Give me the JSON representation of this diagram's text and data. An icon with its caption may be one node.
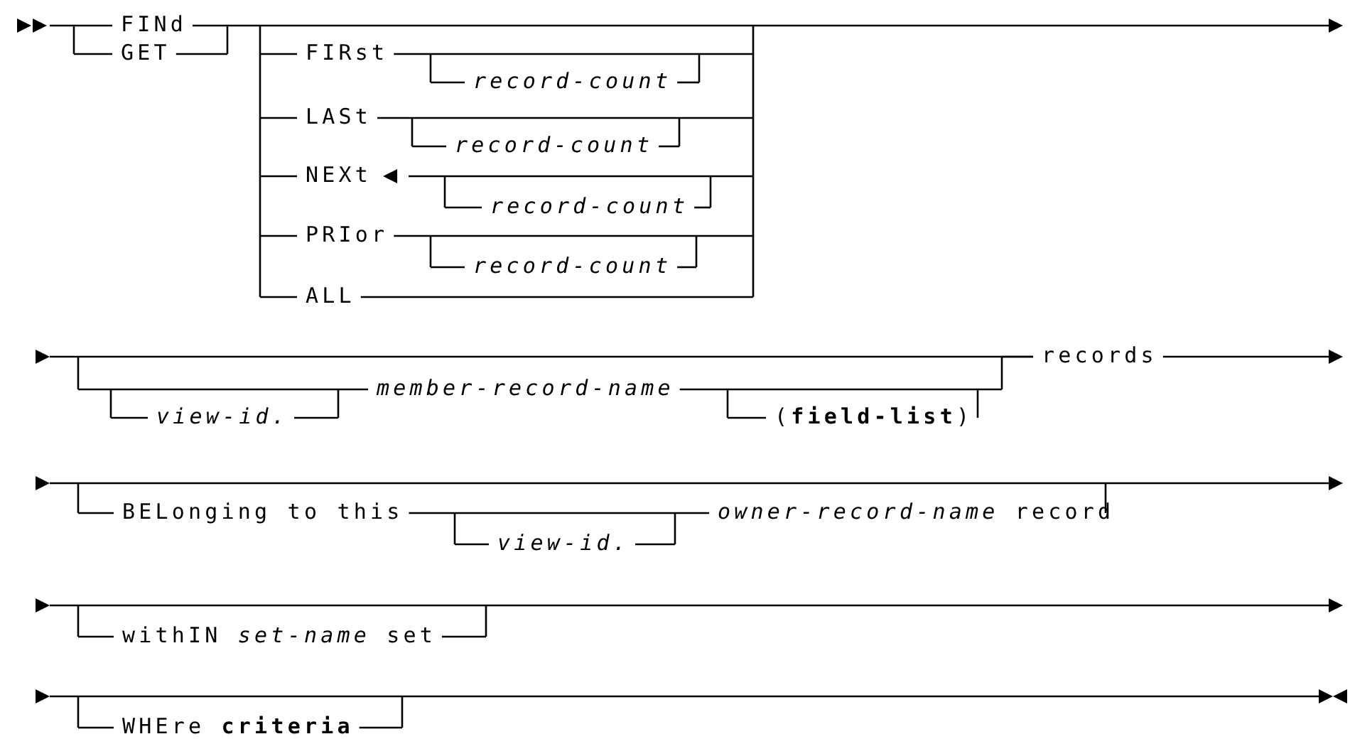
{
  "diagram": {
    "labels": [
      "FINd",
      "GET",
      "FIRst",
      "record-count",
      "LASt",
      "record-count",
      "NEXt",
      "record-count",
      "PRIor",
      "record-count",
      "ALL",
      "member-record-name",
      "records",
      "view-id.",
      "(**field-list**)",
      "BELonging to this",
      "view-id.",
      "*owner-record-name* record",
      "withIN *set-name* set",
      "WHEre **criteria**"
    ]
  }
}
